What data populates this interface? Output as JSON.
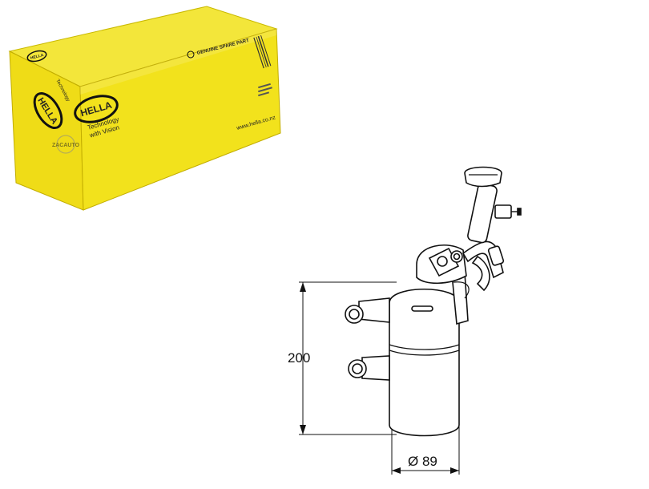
{
  "product_box": {
    "brand": "HELLA",
    "tagline_line1": "Technology",
    "tagline_line2": "with Vision",
    "label": "GENUINE SPARE PART",
    "website": "www.hella.co.nz"
  },
  "watermark": "ZACAUTO",
  "drawing": {
    "height_label": "200",
    "diameter_label": "Ø 89"
  }
}
